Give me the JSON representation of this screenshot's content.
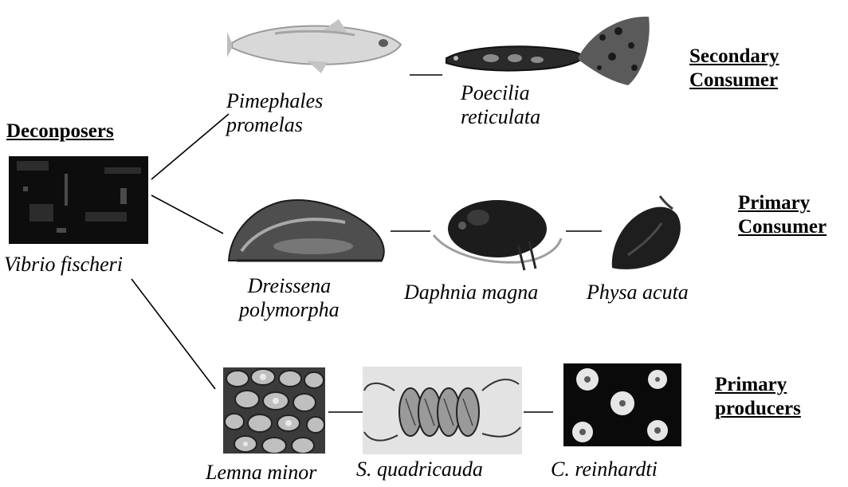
{
  "headings": {
    "decomposers": "Deconposers",
    "secondary_consumer": [
      "Secondary",
      "Consumer"
    ],
    "primary_consumer": [
      "Primary",
      "Consumer"
    ],
    "primary_producers": [
      "Primary",
      "producers"
    ]
  },
  "organisms": {
    "vibrio": [
      "Vibrio fischeri"
    ],
    "pimephales": [
      "Pimephales",
      "promelas"
    ],
    "poecilia": [
      "Poecilia",
      "reticulata"
    ],
    "dreissena": [
      "Dreissena",
      "polymorpha"
    ],
    "daphnia": [
      "Daphnia magna"
    ],
    "physa": [
      "Physa acuta"
    ],
    "lemna": [
      "Lemna minor"
    ],
    "scenedesmus": [
      "S. quadricauda"
    ],
    "chlamydomonas": [
      "C. reinhardti"
    ]
  }
}
